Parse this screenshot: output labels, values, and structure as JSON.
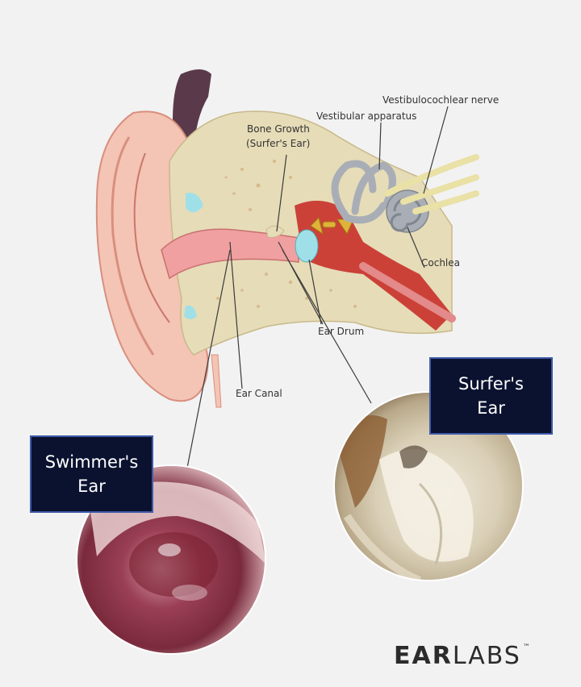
{
  "labels": {
    "vestibulocochlear_nerve": "Vestibulocochlear nerve",
    "vestibular_apparatus": "Vestibular apparatus",
    "bone_growth_line1": "Bone Growth",
    "bone_growth_line2": "(Surfer's Ear)",
    "cochlea": "Cochlea",
    "ear_drum": "Ear Drum",
    "ear_canal": "Ear Canal"
  },
  "callouts": {
    "surfers": {
      "line1": "Surfer's",
      "line2": "Ear"
    },
    "swimmers": {
      "line1": "Swimmer's",
      "line2": "Ear"
    }
  },
  "brand": {
    "bold": "EAR",
    "light": "LABS",
    "mark": "™"
  },
  "colors": {
    "background": "#f2f2f2",
    "callout_bg": "#0b1230",
    "callout_border": "#3f5aa8",
    "skin": "#f4c4b4",
    "bone": "#e6dcb8",
    "nerve": "#e9e1a6",
    "canal": "#f0a0a0",
    "middle_ear": "#c8302a",
    "cochlea": "#a9aeb6",
    "ear_drum": "#9fe0e8"
  }
}
